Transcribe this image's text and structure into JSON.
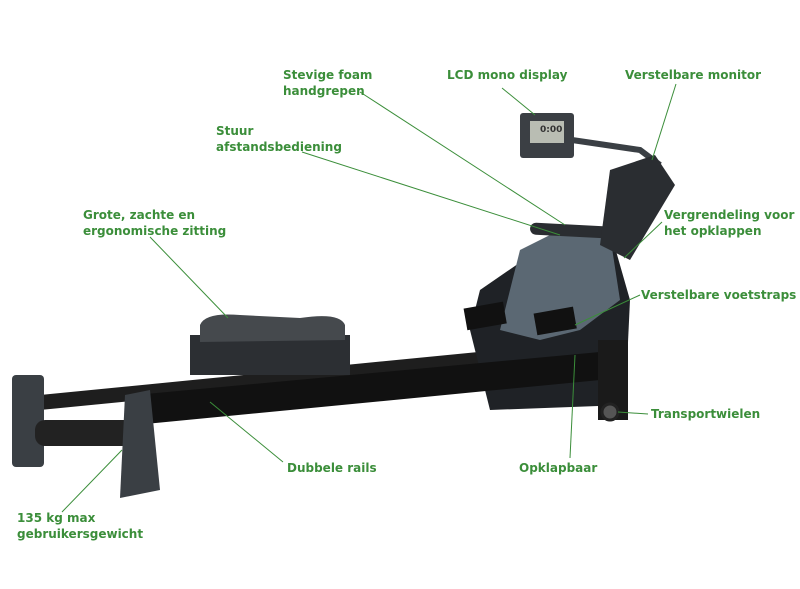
{
  "colors": {
    "label": "#3b8e3a",
    "frame": "#1e1e1e",
    "housing": "#5b6873"
  },
  "labels": {
    "handgrips": [
      "Stevige foam",
      "handgrepen"
    ],
    "lcd": "LCD mono display",
    "monitor": "Verstelbare monitor",
    "remote": [
      "Stuur",
      "afstandsbediening"
    ],
    "seat": [
      "Grote, zachte en",
      "ergonomische zitting"
    ],
    "lock": [
      "Vergrendeling voor",
      "het opklappen"
    ],
    "footstraps": "Verstelbare voetstraps",
    "wheels": "Transportwielen",
    "rails": "Dubbele rails",
    "foldable": "Opklapbaar",
    "maxweight": [
      "135 kg max",
      "gebruikersgewicht"
    ]
  },
  "display": {
    "readout": "0:00"
  }
}
